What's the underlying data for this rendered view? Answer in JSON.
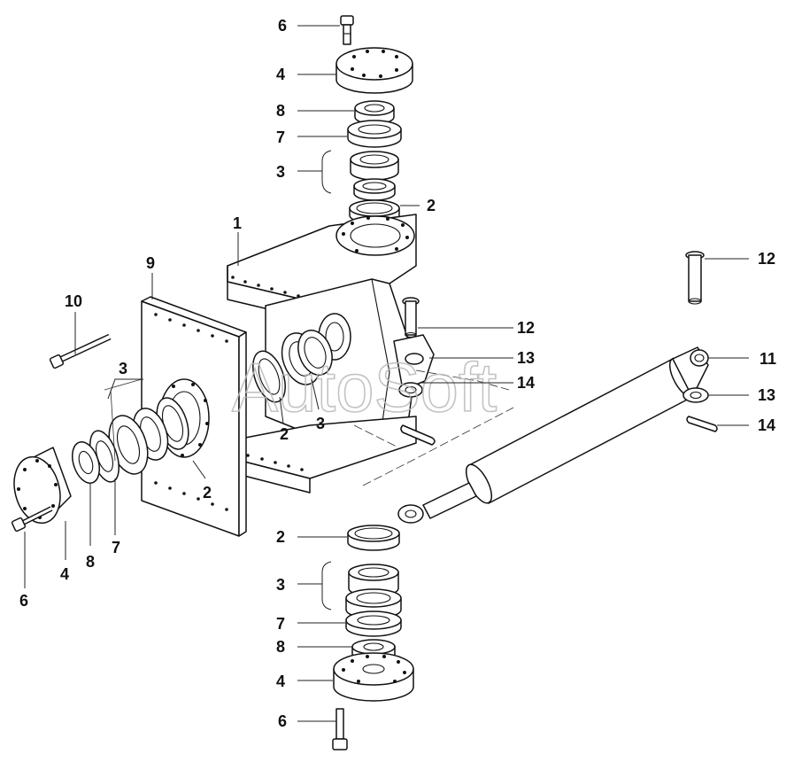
{
  "watermark": "AutoSoft",
  "callouts": [
    {
      "id": "c-6-top",
      "label": "6"
    },
    {
      "id": "c-4-top",
      "label": "4"
    },
    {
      "id": "c-8-top",
      "label": "8"
    },
    {
      "id": "c-7-top",
      "label": "7"
    },
    {
      "id": "c-3-top",
      "label": "3"
    },
    {
      "id": "c-2-top",
      "label": "2"
    },
    {
      "id": "c-1",
      "label": "1"
    },
    {
      "id": "c-9",
      "label": "9"
    },
    {
      "id": "c-10",
      "label": "10"
    },
    {
      "id": "c-3-left",
      "label": "3"
    },
    {
      "id": "c-12-mid",
      "label": "12"
    },
    {
      "id": "c-13-mid",
      "label": "13"
    },
    {
      "id": "c-14-mid",
      "label": "14"
    },
    {
      "id": "c-2-mid",
      "label": "2"
    },
    {
      "id": "c-3-mid",
      "label": "3"
    },
    {
      "id": "c-2-left",
      "label": "2"
    },
    {
      "id": "c-6-left",
      "label": "6"
    },
    {
      "id": "c-4-left",
      "label": "4"
    },
    {
      "id": "c-8-left",
      "label": "8"
    },
    {
      "id": "c-7-left",
      "label": "7"
    },
    {
      "id": "c-12-right",
      "label": "12"
    },
    {
      "id": "c-11",
      "label": "11"
    },
    {
      "id": "c-13-right",
      "label": "13"
    },
    {
      "id": "c-14-right",
      "label": "14"
    },
    {
      "id": "c-2-bot",
      "label": "2"
    },
    {
      "id": "c-3-bot",
      "label": "3"
    },
    {
      "id": "c-7-bot",
      "label": "7"
    },
    {
      "id": "c-8-bot",
      "label": "8"
    },
    {
      "id": "c-4-bot",
      "label": "4"
    },
    {
      "id": "c-6-bot",
      "label": "6"
    }
  ]
}
